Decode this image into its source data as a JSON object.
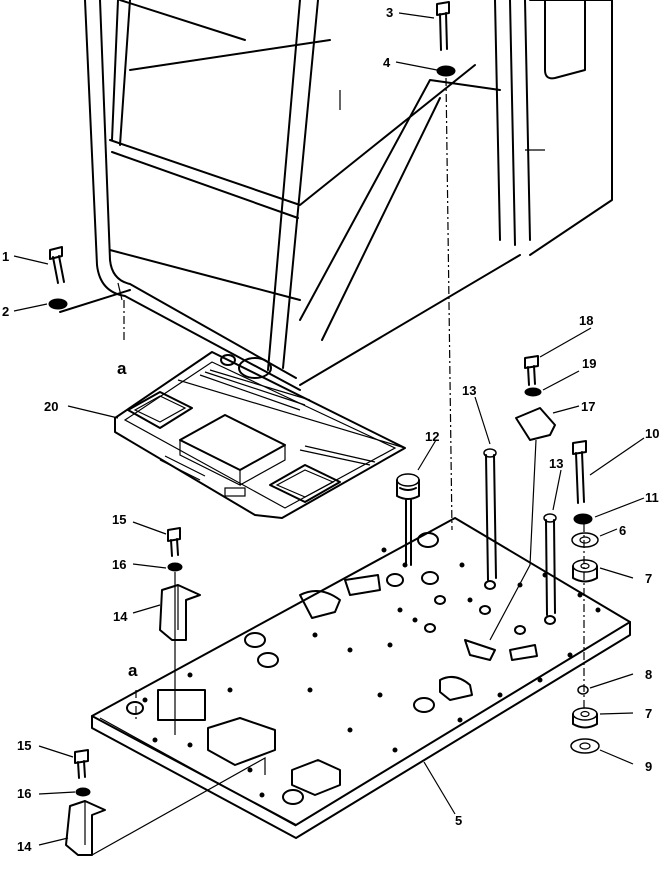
{
  "callouts": [
    {
      "id": "1",
      "label": "1"
    },
    {
      "id": "2",
      "label": "2"
    },
    {
      "id": "3",
      "label": "3"
    },
    {
      "id": "4",
      "label": "4"
    },
    {
      "id": "5",
      "label": "5"
    },
    {
      "id": "6",
      "label": "6"
    },
    {
      "id": "7a",
      "label": "7"
    },
    {
      "id": "7b",
      "label": "7"
    },
    {
      "id": "8",
      "label": "8"
    },
    {
      "id": "9",
      "label": "9"
    },
    {
      "id": "10",
      "label": "10"
    },
    {
      "id": "11",
      "label": "11"
    },
    {
      "id": "12",
      "label": "12"
    },
    {
      "id": "13a",
      "label": "13"
    },
    {
      "id": "13b",
      "label": "13"
    },
    {
      "id": "14a",
      "label": "14"
    },
    {
      "id": "14b",
      "label": "14"
    },
    {
      "id": "15a",
      "label": "15"
    },
    {
      "id": "15b",
      "label": "15"
    },
    {
      "id": "16a",
      "label": "16"
    },
    {
      "id": "16b",
      "label": "16"
    },
    {
      "id": "17",
      "label": "17"
    },
    {
      "id": "18",
      "label": "18"
    },
    {
      "id": "19",
      "label": "19"
    },
    {
      "id": "20",
      "label": "20"
    }
  ],
  "markers": {
    "a_top": "a",
    "a_bottom": "a"
  }
}
